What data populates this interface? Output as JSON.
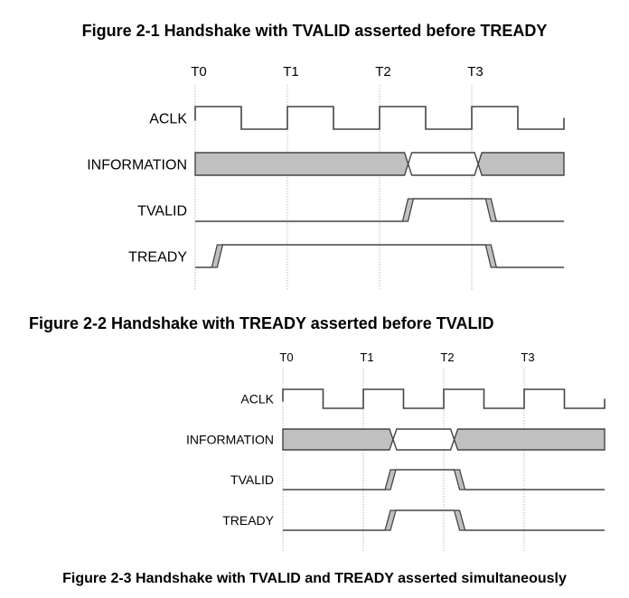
{
  "figures": [
    {
      "caption": "Figure 2-1 Handshake with TVALID asserted before TREADY",
      "time_markers": [
        "T0",
        "T1",
        "T2",
        "T3"
      ],
      "signals": [
        {
          "name": "ACLK",
          "type": "clock",
          "cycles": 4,
          "trailing_half": true
        },
        {
          "name": "INFORMATION",
          "type": "bus",
          "segments": [
            {
              "state": "invalid",
              "from": 0,
              "to": 2.31
            },
            {
              "state": "valid",
              "from": 2.31,
              "to": 3.07
            },
            {
              "state": "invalid",
              "from": 3.07,
              "to": 4.0
            }
          ]
        },
        {
          "name": "TVALID",
          "type": "bit",
          "initial": 0,
          "transitions": [
            {
              "at": 2.25,
              "to": 1
            },
            {
              "at": 3.15,
              "to": 0
            }
          ]
        },
        {
          "name": "TREADY",
          "type": "bit",
          "initial": 0,
          "transitions": [
            {
              "at": 0.18,
              "to": 1
            },
            {
              "at": 3.15,
              "to": 0
            }
          ]
        }
      ]
    },
    {
      "caption": "Figure 2-2 Handshake with TREADY asserted before TVALID",
      "time_markers": [
        "T0",
        "T1",
        "T2",
        "T3"
      ],
      "signals": [
        {
          "name": "ACLK",
          "type": "clock",
          "cycles": 4,
          "trailing_half": true
        },
        {
          "name": "INFORMATION",
          "type": "bus",
          "segments": [
            {
              "state": "invalid",
              "from": 0,
              "to": 1.37
            },
            {
              "state": "valid",
              "from": 1.37,
              "to": 2.13
            },
            {
              "state": "invalid",
              "from": 2.13,
              "to": 4.0
            }
          ]
        },
        {
          "name": "TVALID",
          "type": "bit",
          "initial": 0,
          "transitions": [
            {
              "at": 1.27,
              "to": 1
            },
            {
              "at": 2.13,
              "to": 0
            }
          ]
        },
        {
          "name": "TREADY",
          "type": "bit",
          "initial": 0,
          "transitions": [
            {
              "at": 1.27,
              "to": 1
            },
            {
              "at": 2.13,
              "to": 0
            }
          ]
        }
      ]
    }
  ],
  "captions": {
    "fig1": "Figure 2-1 Handshake with TVALID asserted before TREADY",
    "fig2": "Figure 2-2 Handshake with TREADY asserted before TVALID",
    "fig3": "Figure 2-3 Handshake with TVALID and TREADY asserted simultaneously"
  },
  "colors": {
    "line": "#444444",
    "bus_fill": "#c0c0c0",
    "edge_fill": "#c0c0c0",
    "marker": "#bbbbbb"
  }
}
